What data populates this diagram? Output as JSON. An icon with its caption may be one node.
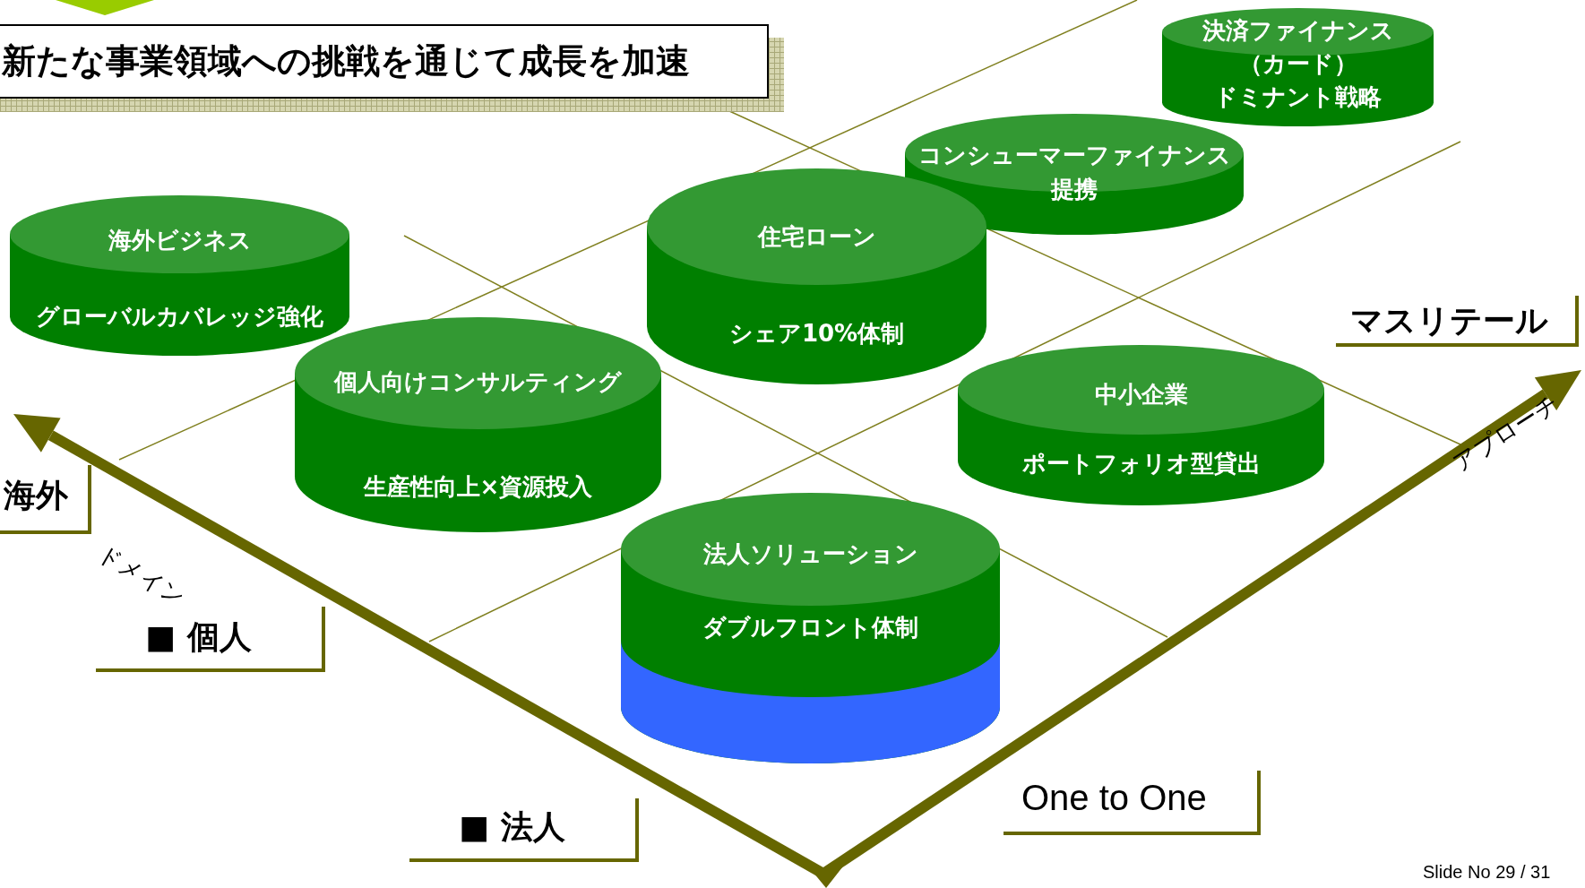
{
  "diagram": {
    "title": "新たな事業領域への挑戦を通じて成長を加速",
    "nodes": [
      {
        "text": [],
        "shape": "triangle"
      },
      {
        "text": [
          "決済ファイナンス（カード）ドミナント戦略"
        ]
      },
      {
        "text": [
          "コンシューマーファイナンス",
          "提携"
        ]
      },
      {
        "text": [
          "海外ビジネス",
          "グローバルカバレッジ強化"
        ]
      },
      {
        "text": [
          "住宅ローン",
          "シェア10%体制"
        ]
      },
      {
        "text": [
          "個人向けコンサルティング",
          "生産性向上×資源投入"
        ]
      },
      {
        "text": [
          "中小企業",
          "ポートフォリオ型貸出"
        ]
      },
      {
        "text": [
          "法人ソリューション",
          "ダブルフロント体制"
        ]
      },
      {
        "text": [],
        "shape": "cylinder",
        "in": 7
      }
    ],
    "labels": [
      "海外",
      "■ 個人",
      "■ 法人",
      "One to One",
      "マスリテール",
      "ドメイン",
      "アプローチ",
      "Slide No 29 / 31"
    ]
  }
}
